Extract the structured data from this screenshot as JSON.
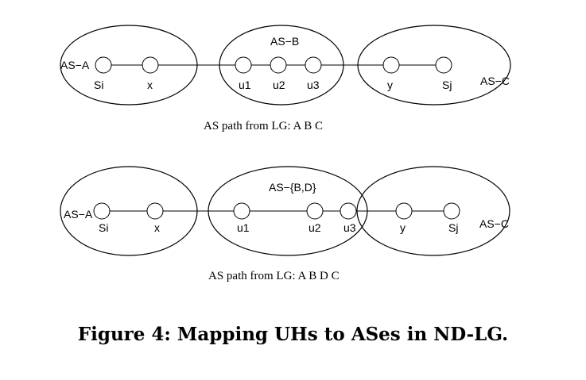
{
  "diagrams": [
    {
      "ases": [
        {
          "label": "AS−A"
        },
        {
          "label": "AS−B"
        },
        {
          "label": "AS−C"
        }
      ],
      "nodes": [
        {
          "label": "Si"
        },
        {
          "label": "x"
        },
        {
          "label": "u1"
        },
        {
          "label": "u2"
        },
        {
          "label": "u3"
        },
        {
          "label": "y"
        },
        {
          "label": "Sj"
        }
      ],
      "path_caption": "AS path from LG: A B C"
    },
    {
      "ases": [
        {
          "label": "AS−A"
        },
        {
          "label": "AS−{B,D}"
        },
        {
          "label": "AS−C"
        }
      ],
      "nodes": [
        {
          "label": "Si"
        },
        {
          "label": "x"
        },
        {
          "label": "u1"
        },
        {
          "label": "u2"
        },
        {
          "label": "u3"
        },
        {
          "label": "y"
        },
        {
          "label": "Sj"
        }
      ],
      "path_caption": "AS path from LG: A B D C"
    }
  ],
  "figure_caption": "Figure 4: Mapping UHs to ASes in ND-LG."
}
